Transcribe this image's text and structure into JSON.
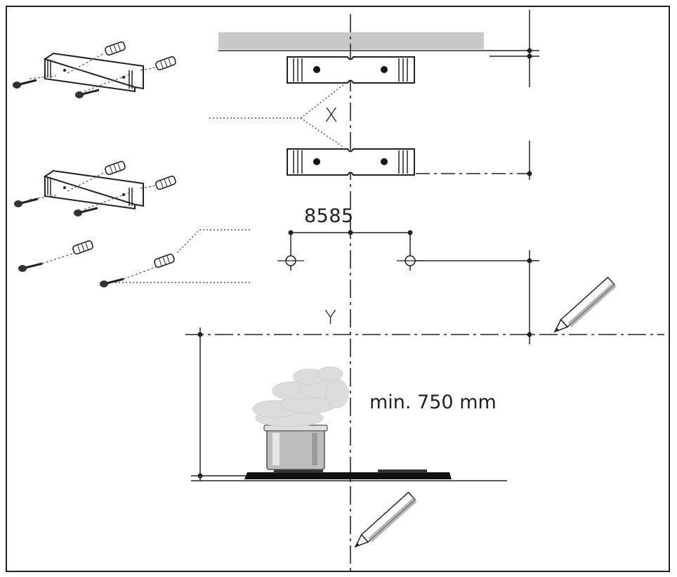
{
  "diagram": {
    "labels": {
      "x": "X",
      "y": "Y",
      "bracket_spacing": "8585",
      "min_height": "min. 750 mm"
    },
    "icons": [
      "bracket-kit-icon",
      "screw-anchor-icon",
      "pencil-icon",
      "steam-icon",
      "cooking-pot-icon",
      "hob-icon"
    ],
    "colors": {
      "line": "#222222",
      "ceiling": "#c8c8c8",
      "steam": "#dcdcdc",
      "pot": "#bdbdbd"
    }
  }
}
